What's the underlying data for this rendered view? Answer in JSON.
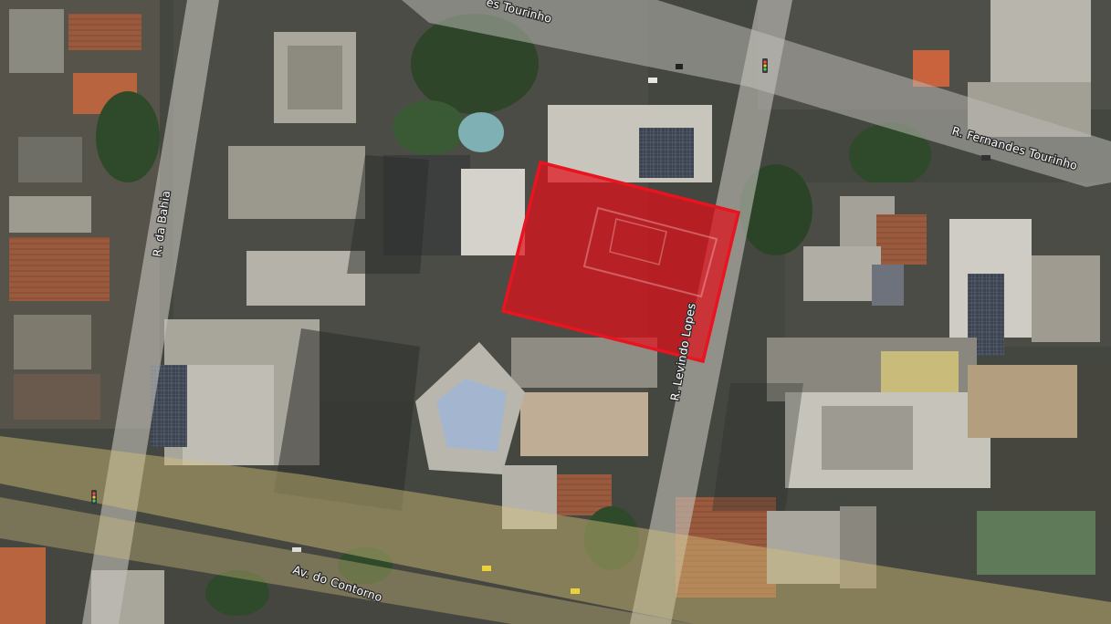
{
  "map": {
    "type": "satellite",
    "streets": {
      "fernandes_top": "es Tourinho",
      "fernandes_right": "R. Fernandes Tourinho",
      "bahia": "R. da Bahia",
      "levindo": "R. Levindo Lopes",
      "contorno": "Av. do Contorno"
    },
    "highlight": {
      "fill": "#e0101a",
      "stroke": "#e8141f",
      "fill_opacity": 0.72
    },
    "colors": {
      "road": "#c9c8c2",
      "avenue": "#d9c98c",
      "vegetation": "#2f4a2a",
      "roof_light": "#b9b6ae",
      "roof_tile": "#9a5a3e"
    },
    "icons": [
      "traffic-light-icon",
      "traffic-light-icon"
    ]
  }
}
